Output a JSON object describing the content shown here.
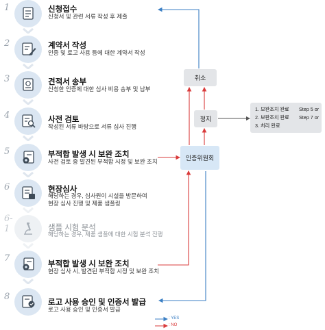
{
  "steps": [
    {
      "num": "1",
      "title": "신청접수",
      "desc": [
        "신청서 및 관련 서류 작성 후 제출"
      ],
      "icon": "application-form-icon"
    },
    {
      "num": "2",
      "title": "계약서 작성",
      "desc": [
        "인증 및 로고 사용 등에 대한 계약서 작성"
      ],
      "icon": "contract-pen-icon"
    },
    {
      "num": "3",
      "title": "견적서 송부",
      "desc": [
        "신청한 인증에 대한 심사 비용 송부 및 납부"
      ],
      "icon": "quotation-document-icon"
    },
    {
      "num": "4",
      "title": "사전 검토",
      "desc": [
        "작성된 서류 바탕으로 서류 심사 진행"
      ],
      "icon": "document-review-icon"
    },
    {
      "num": "5",
      "title": "부적합 발생 시 보완 조치",
      "desc": [
        "사전 검토 중 발견된 부적합 시정 및 보완 조치"
      ],
      "icon": "gear-document-icon"
    },
    {
      "num": "6",
      "title": "현장심사",
      "desc": [
        "해당하는 경우, 심사원이 시설을 방문하여",
        "현장 심사 진행 및 제품 샘플링"
      ],
      "icon": "onsite-inspection-icon"
    },
    {
      "num": "6-1",
      "title": "샘플 시험 분석",
      "desc": [
        "해당하는 경우, 제품 샘플에 대한 시험 분석 진행"
      ],
      "icon": "microscope-icon"
    },
    {
      "num": "7",
      "title": "부적합 발생 시 보완 조치",
      "desc": [
        "현장 심사 시, 발견된 부적합 시정 및 보완 조치"
      ],
      "icon": "gear-document-icon"
    },
    {
      "num": "8",
      "title": "로고 사용 승인 및 인증서 발급",
      "desc": [
        "로고 사용 승인 및 인증서 발급"
      ],
      "icon": "certificate-approval-icon"
    }
  ],
  "boxes": {
    "cancel": "취소",
    "stop": "정지",
    "committee": "인증위원회"
  },
  "notes": [
    {
      "label": "1. 보완조치 완료",
      "target": "Step 5 or"
    },
    {
      "label": "2. 보완조치 완료",
      "target": "Step 7 or"
    },
    {
      "label": "3. 처리 완료",
      "target": ""
    }
  ],
  "legend": {
    "yes": ": YES",
    "no": ": NO",
    "yes_color": "#3b7fc4",
    "no_color": "#d93b3b"
  }
}
